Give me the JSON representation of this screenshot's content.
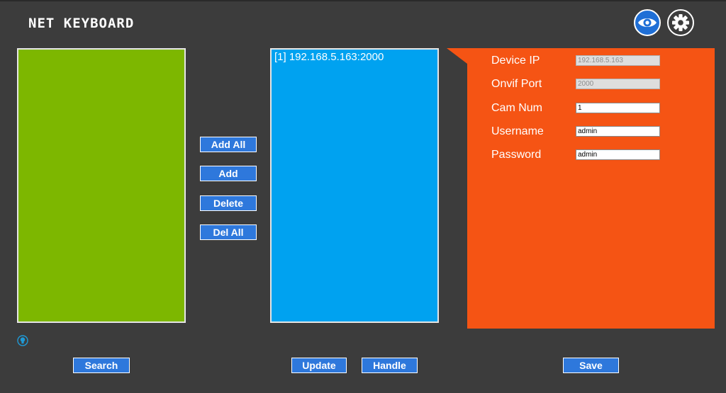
{
  "header": {
    "title": "NET KEYBOARD",
    "icons": {
      "view": "eye-icon",
      "settings": "gear-icon"
    }
  },
  "left_list": {
    "items": []
  },
  "middle_buttons": {
    "add_all": "Add All",
    "add": "Add",
    "delete": "Delete",
    "del_all": "Del All"
  },
  "right_list": {
    "items": [
      "[1] 192.168.5.163:2000"
    ]
  },
  "form": {
    "device_ip": {
      "label": "Device IP",
      "value": "192.168.5.163"
    },
    "onvif_port": {
      "label": "Onvif Port",
      "value": "2000"
    },
    "cam_num": {
      "label": "Cam Num",
      "value": "1"
    },
    "username": {
      "label": "Username",
      "value": "admin"
    },
    "password": {
      "label": "Password",
      "value": "admin"
    }
  },
  "footer": {
    "search": "Search",
    "update": "Update",
    "handle": "Handle",
    "save": "Save",
    "status_icon": "lightbulb-icon"
  },
  "colors": {
    "background": "#3c3c3c",
    "left_list": "#7db700",
    "right_list": "#00a2f0",
    "form_panel": "#f55414",
    "button": "#2e78dc"
  }
}
